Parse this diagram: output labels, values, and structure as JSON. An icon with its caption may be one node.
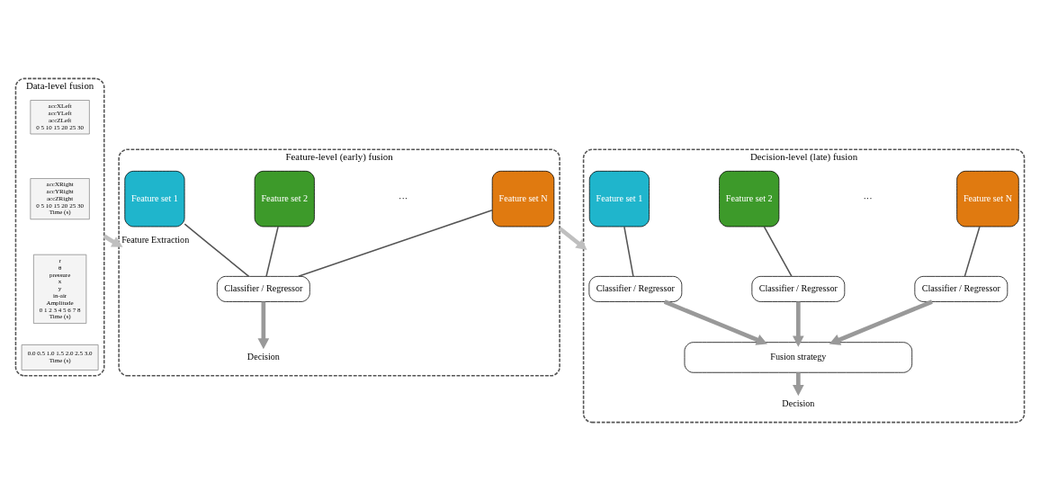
{
  "diagram": {
    "nodes": [
      {
        "text": [
          "Data-level fusion"
        ]
      },
      {
        "text": [
          "accXLeft",
          "accYLeft",
          "accZLeft",
          "0 5 10 15 20 25 30"
        ],
        "in": 0
      },
      {
        "text": [
          "accXRight",
          "accYRight",
          "accZRight",
          "0 5 10 15 20 25 30",
          "Time (s)"
        ],
        "in": 0
      },
      {
        "text": [
          "r",
          "θ",
          "pressure",
          "x",
          "y",
          "in-air",
          "Amplitude",
          "0 1 2 3 4 5 6 7 8",
          "Time (s)"
        ],
        "in": 0
      },
      {
        "text": [
          "0.0 0.5 1.0 1.5 2.0 2.5 3.0",
          "Time (s)"
        ],
        "in": 0
      },
      {
        "text": [
          "Feature-level (early) fusion"
        ]
      },
      {
        "text": [
          "Feature set 1"
        ],
        "in": 5
      },
      {
        "text": [
          "Feature set 2"
        ],
        "in": 5
      },
      {
        "text": [
          "Feature set N"
        ],
        "in": 5
      },
      {
        "text": [
          "Classifier / Regressor"
        ],
        "in": 5
      },
      {
        "text": [
          "Decision"
        ],
        "in": 5
      },
      {
        "text": [
          "Decision-level (late) fusion"
        ]
      },
      {
        "text": [
          "Feature set 1"
        ],
        "in": 11
      },
      {
        "text": [
          "Feature set 2"
        ],
        "in": 11
      },
      {
        "text": [
          "Feature set N"
        ],
        "in": 11
      },
      {
        "text": [
          "Classifier / Regressor"
        ],
        "in": 11
      },
      {
        "text": [
          "Classifier / Regressor"
        ],
        "in": 11
      },
      {
        "text": [
          "Classifier / Regressor"
        ],
        "in": 11
      },
      {
        "text": [
          "Fusion strategy"
        ],
        "in": 11
      },
      {
        "text": [
          "Decision"
        ],
        "in": 11
      }
    ],
    "edges": [
      {
        "from": 0,
        "to": 5,
        "arrow": "to",
        "label": "Feature Extraction",
        "color": "#bfbfbf"
      },
      {
        "from": 6,
        "to": 9,
        "arrow": "none",
        "color": "#555555"
      },
      {
        "from": 7,
        "to": 9,
        "arrow": "none",
        "color": "#555555"
      },
      {
        "from": 8,
        "to": 9,
        "arrow": "none",
        "color": "#555555"
      },
      {
        "from": 9,
        "to": 10,
        "arrow": "to"
      },
      {
        "from": 5,
        "to": 11,
        "arrow": "to",
        "color": "#bfbfbf"
      },
      {
        "from": 12,
        "to": 15,
        "arrow": "none",
        "color": "#555555"
      },
      {
        "from": 13,
        "to": 16,
        "arrow": "none",
        "color": "#555555"
      },
      {
        "from": 14,
        "to": 17,
        "arrow": "none",
        "color": "#555555"
      },
      {
        "from": 15,
        "to": 18,
        "arrow": "to"
      },
      {
        "from": 16,
        "to": 18,
        "arrow": "to"
      },
      {
        "from": 17,
        "to": 18,
        "arrow": "to"
      },
      {
        "from": 18,
        "to": 19,
        "arrow": "to"
      }
    ],
    "labels": [
      "···",
      "···"
    ]
  }
}
